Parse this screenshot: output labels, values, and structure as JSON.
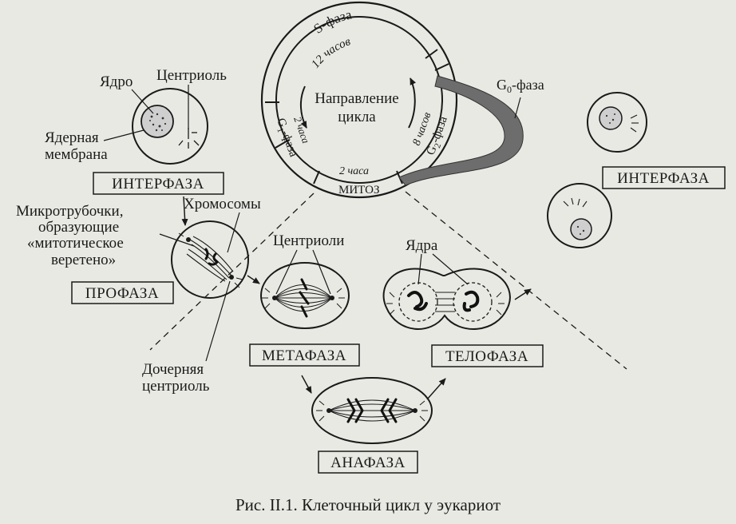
{
  "cycle": {
    "s_phase": "S-фаза",
    "s_hours": "12 часов",
    "g1_phase": "G",
    "g1_phase_suffix": "-фаза",
    "g1_hours": "2 часа",
    "g2_phase": "G",
    "g2_phase_suffix": "-фаза",
    "g2_hours": "8 часов",
    "mitosis": "МИТОЗ",
    "mitosis_hours": "2 часа",
    "direction_line1": "Направление",
    "direction_line2": "цикла",
    "g0_phase_main": "G",
    "g0_phase_sub": "0",
    "g0_phase_suffix": "-фаза"
  },
  "labels": {
    "nucleus": "Ядро",
    "centriole": "Центриоль",
    "nuclear_membrane_line1": "Ядерная",
    "nuclear_membrane_line2": "мембрана",
    "chromosomes": "Хромосомы",
    "microtubules_line1": "Микротрубочки,",
    "microtubules_line2": "образующие",
    "microtubules_line3": "«митотическое",
    "microtubules_line4": "веретено»",
    "centrioles": "Центриоли",
    "nuclei": "Ядра",
    "daughter_centriole_line1": "Дочерняя",
    "daughter_centriole_line2": "центриоль"
  },
  "phases": {
    "interphase_left": "ИНТЕРФАЗА",
    "interphase_right": "ИНТЕРФАЗА",
    "prophase": "ПРОФАЗА",
    "metaphase": "МЕТАФАЗА",
    "anaphase": "АНАФАЗА",
    "telophase": "ТЕЛОФАЗА"
  },
  "caption": "Рис. II.1. Клеточный цикл у эукариот"
}
